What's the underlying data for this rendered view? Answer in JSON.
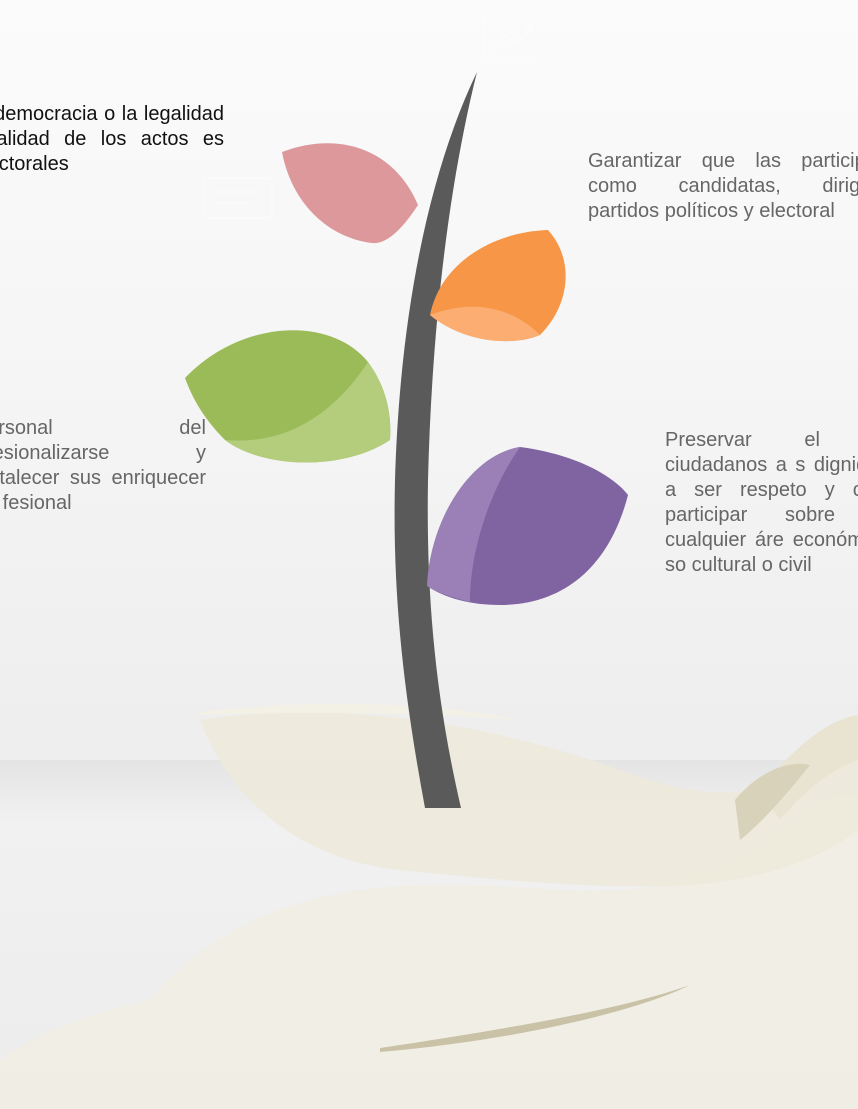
{
  "blocks": {
    "left_top": "la democracia o la legalidad y alidad de los actos es electorales",
    "left_bottom": "personal del ofesionalizarse y fortalecer sus enriquecer su fesional",
    "right_top": "Garantizar que las participen como candidatas, dirigent partidos políticos y electoral",
    "right_bottom": "Preservar el de ciudadanos a s dignidad, a ser respeto y cons participar sobre en cualquier áre económica, so cultural o civil"
  },
  "icons": [
    "chart-line-icon",
    "document-icon"
  ],
  "colors": {
    "stem": "#5a5a5a",
    "leaf_pink": "#dc989a",
    "leaf_orange": "#f79646",
    "leaf_green": "#9bbb59",
    "leaf_purple": "#8064a2",
    "hand": "#efebdd"
  }
}
